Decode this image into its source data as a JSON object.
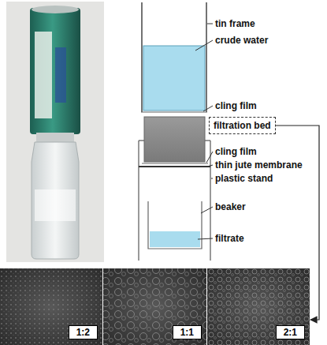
{
  "diagram": {
    "nodes": [
      {
        "text": [
          "filtration bed"
        ]
      },
      {
        "text": [
          "1:2"
        ]
      },
      {
        "text": [
          "1:1"
        ]
      },
      {
        "text": [
          "2:1"
        ]
      }
    ],
    "edges": [
      {
        "from": 0,
        "to": 3,
        "arrow": "to"
      }
    ],
    "labels": [
      "tin frame",
      "crude water",
      "cling film",
      "cling film",
      "thin jute membrane",
      "plastic stand",
      "beaker",
      "filtrate"
    ]
  }
}
